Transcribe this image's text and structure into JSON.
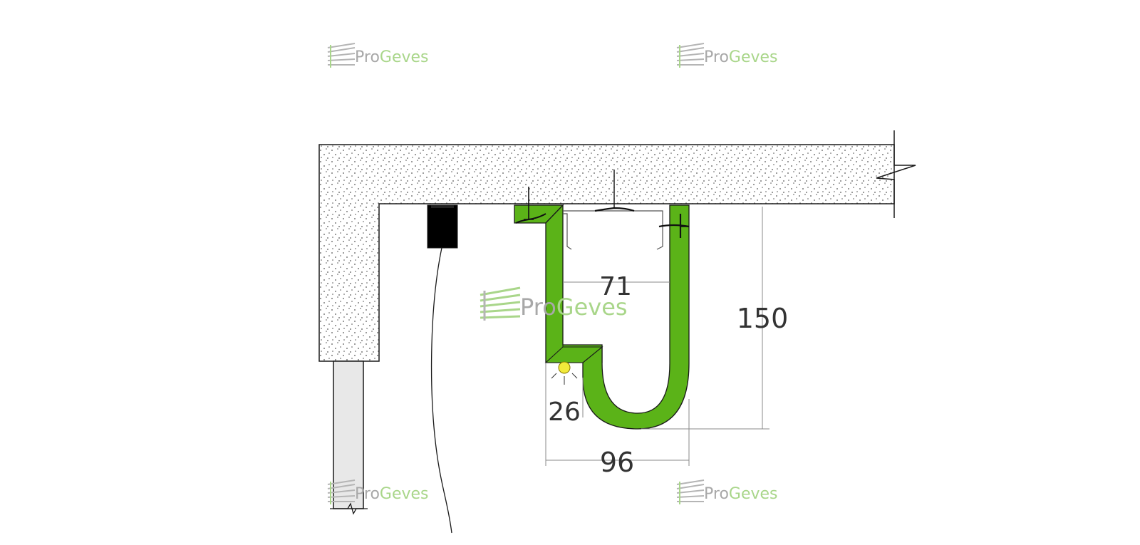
{
  "colors": {
    "concrete_fill": "#ffffff",
    "concrete_dots": "#555555",
    "outline": "#1a1a1a",
    "profile_green": "#5bb318",
    "profile_green_dark": "#2f6b0a",
    "dimension_line": "#8a8a8a",
    "dimension_text": "#333333",
    "light_yellow": "#f2ea3b",
    "wall_panel": "#e8e8e8",
    "cable_block": "#000000",
    "watermark_gray": "#a8a8a8",
    "watermark_green": "#a9d68a"
  },
  "dimensions": {
    "inner_width": "71",
    "height": "150",
    "outer_width": "96",
    "light_offset": "26"
  },
  "watermarks": [
    {
      "pro": "Pro",
      "geves": "Geves"
    },
    {
      "pro": "Pro",
      "geves": "Geves"
    },
    {
      "pro": "Pro",
      "geves": "Geves"
    },
    {
      "pro": "Pro",
      "geves": "Geves"
    },
    {
      "pro": "Pro",
      "geves": "Geves"
    }
  ],
  "icons": {
    "logo": "progeves-stripes-logo",
    "light": "led-light-icon"
  }
}
